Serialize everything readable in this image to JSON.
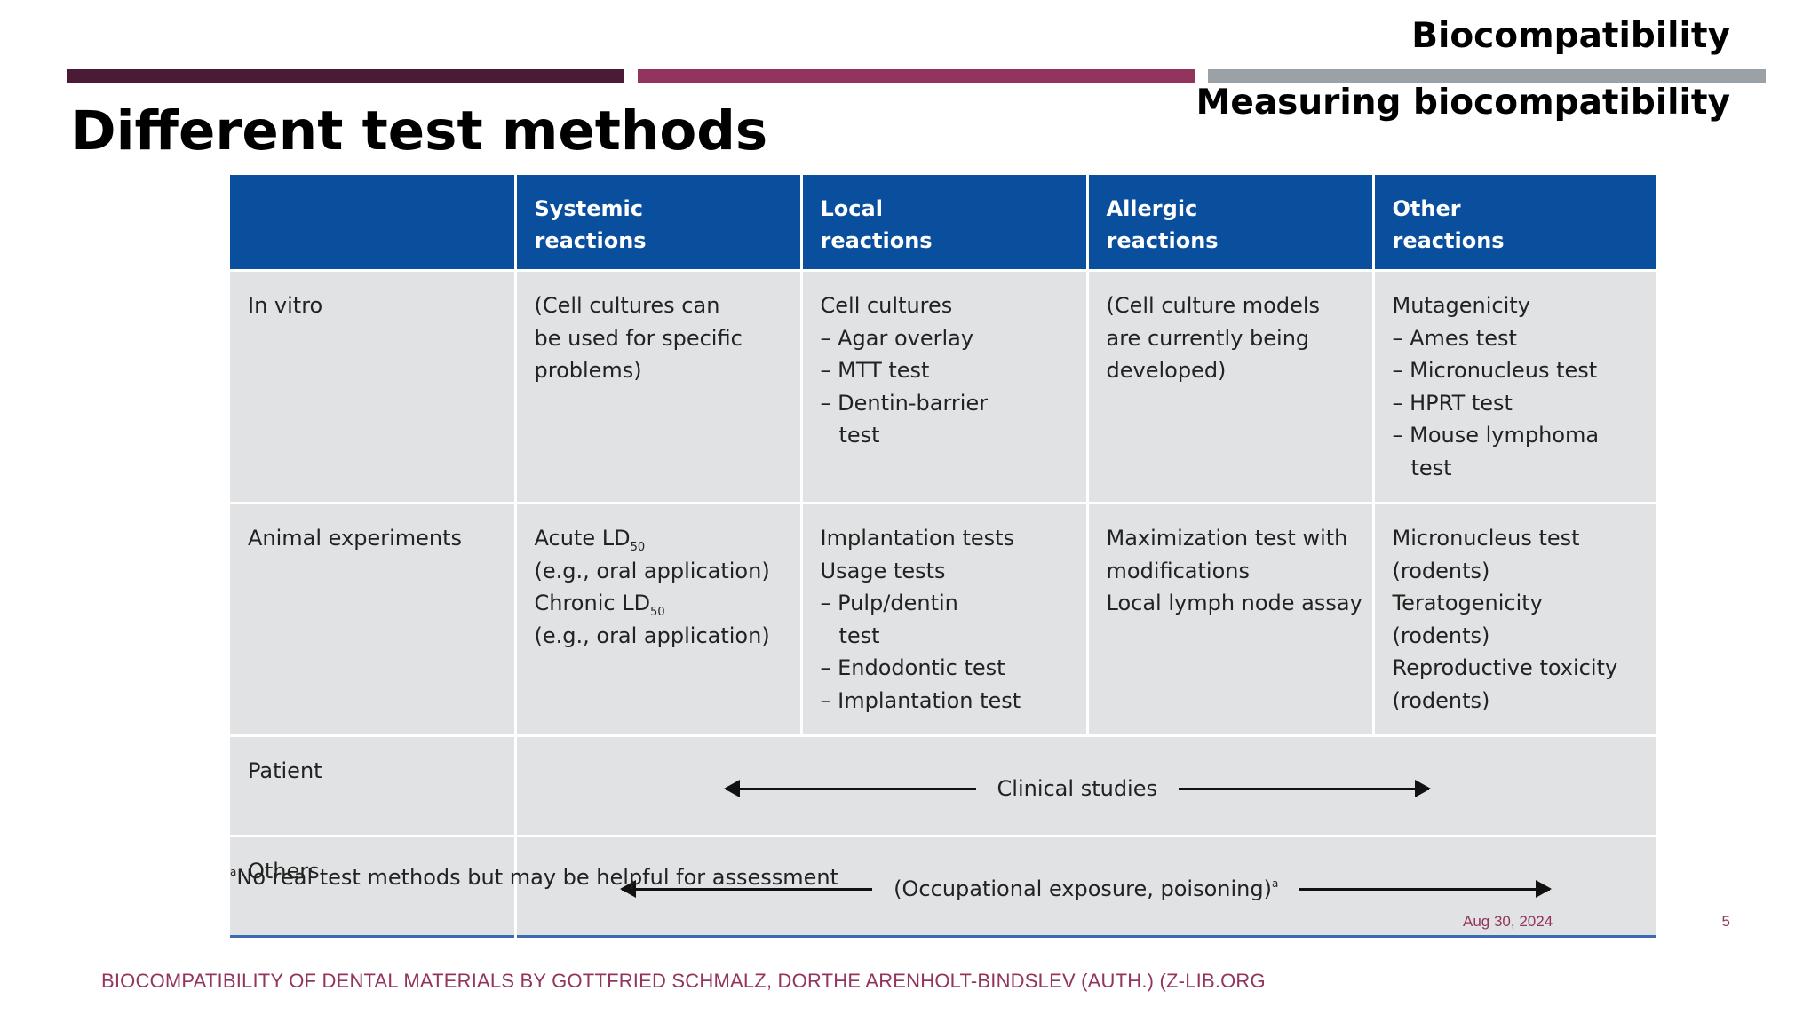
{
  "header": {
    "section": "Biocompatibility",
    "subsection": "Measuring biocompatibility",
    "accent_colors": [
      "#4b1a34",
      "#93345f",
      "#9aa1a7"
    ]
  },
  "title": "Different test methods",
  "table": {
    "columns": [
      "",
      "Systemic reactions",
      "Local reactions",
      "Allergic reactions",
      "Other reactions"
    ],
    "rows": {
      "in_vitro": {
        "label": "In vitro",
        "systemic": [
          "(Cell cultures can",
          "be used for specific",
          "problems)"
        ],
        "local": [
          "Cell cultures",
          "– Agar overlay",
          "– MTT test",
          "– Dentin-barrier",
          "test"
        ],
        "allergic": [
          "(Cell culture models",
          "are currently being",
          "developed)"
        ],
        "other": [
          "Mutagenicity",
          "– Ames test",
          "– Micronucleus test",
          "– HPRT test",
          "– Mouse lymphoma",
          "test"
        ]
      },
      "animal": {
        "label": "Animal experiments",
        "systemic": {
          "acute": "Acute LD",
          "acute_sub": "50",
          "acute_note": "(e.g., oral application)",
          "chronic": "Chronic LD",
          "chronic_sub": "50",
          "chronic_note": "(e.g., oral application)"
        },
        "local": [
          "Implantation tests",
          "Usage tests",
          "– Pulp/dentin",
          "test",
          "– Endodontic test",
          "– Implantation test"
        ],
        "allergic": [
          "Maximization test with",
          "modifications",
          "Local lymph node assay"
        ],
        "other": [
          "Micronucleus test",
          "(rodents)",
          "Teratogenicity",
          "(rodents)",
          "Reproductive toxicity",
          "(rodents)"
        ]
      },
      "patient": {
        "label": "Patient",
        "span_text": "Clinical studies"
      },
      "others": {
        "label": "Others",
        "span_text": "(Occupational exposure, poisoning)",
        "span_sup": "a"
      }
    }
  },
  "footnote": {
    "marker": "a",
    "text": "No real test methods but may be helpful for assessment"
  },
  "footer": {
    "date": "Aug 30, 2024",
    "page": "5",
    "source": "BIOCOMPATIBILITY OF DENTAL MATERIALS BY GOTTFRIED SCHMALZ, DORTHE ARENHOLT-BINDSLEV (AUTH.) (Z-LIB.ORG"
  }
}
